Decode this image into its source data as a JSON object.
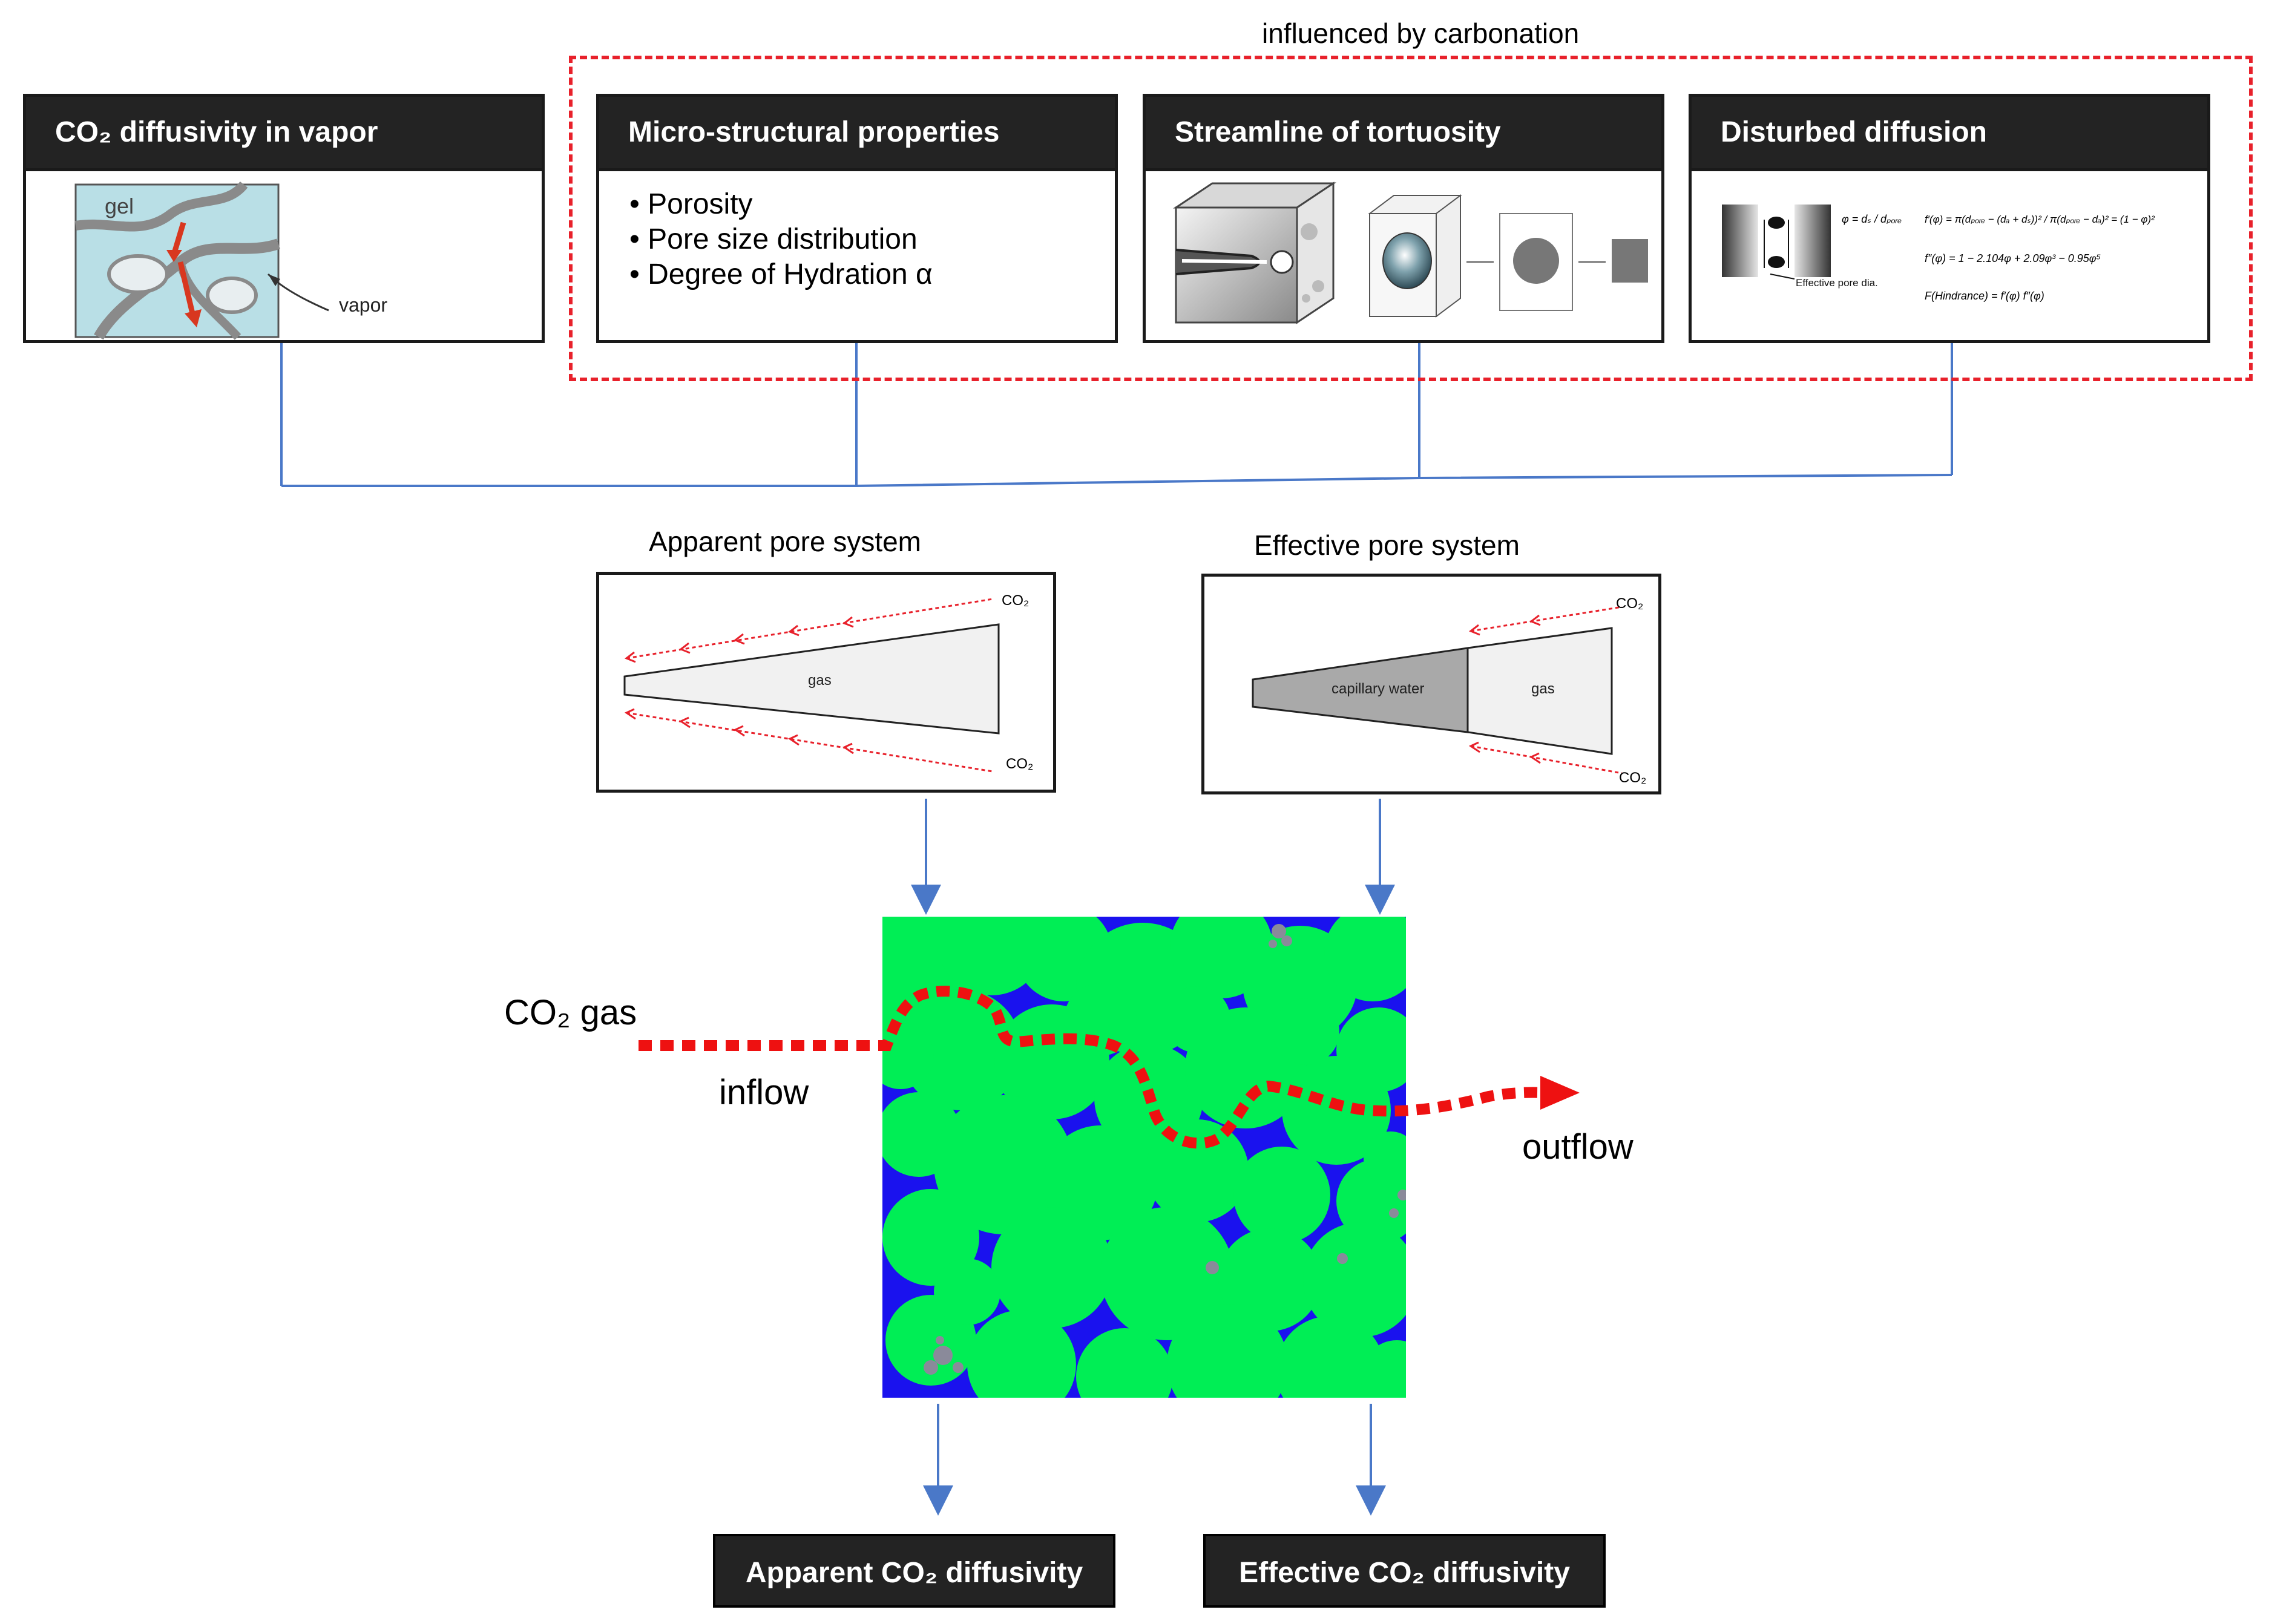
{
  "top_banner": {
    "text": "influenced by carbonation",
    "frame_color": "#e8212b"
  },
  "cards": {
    "vapor": {
      "title": "CO₂ diffusivity in vapor",
      "gel": "gel",
      "vapor": "vapor"
    },
    "micro": {
      "title": "Micro-structural properties",
      "items": [
        "Porosity",
        "Pore size distribution",
        "Degree of Hydration α"
      ]
    },
    "tortuosity": {
      "title": "Streamline of tortuosity"
    },
    "disturbed": {
      "title": "Disturbed diffusion",
      "effective_pore_dia": "Effective pore dia.",
      "eq1": "φ = dₛ / dₚₒᵣₑ",
      "eq2": "f′(φ) = π(dₚₒᵣₑ − (dₐ + dₛ))² / π(dₚₒᵣₑ − dₐ)² = (1 − φ)²",
      "eq3": "f″(φ) = 1 − 2.104φ + 2.09φ³ − 0.95φ⁵",
      "eq4": "F(Hindrance) = f′(φ) f″(φ)"
    }
  },
  "pore_systems": {
    "apparent": {
      "title": "Apparent pore system",
      "gas": "gas",
      "co2_top": "CO₂",
      "co2_bottom": "CO₂"
    },
    "effective": {
      "title": "Effective pore system",
      "water": "capillary water",
      "gas": "gas",
      "co2_top": "CO₂",
      "co2_bottom": "CO₂"
    }
  },
  "flow": {
    "co2_gas": "CO₂ gas",
    "inflow": "inflow",
    "outflow": "outflow"
  },
  "results": {
    "apparent": "Apparent CO₂ diffusivity",
    "effective": "Effective CO₂ diffusivity"
  },
  "colors": {
    "paste": "#00ee55",
    "pore": "#1a12ee",
    "aggregate": "#8a8a9a",
    "connector": "#4a78c8",
    "flow_path": "#ee1111",
    "header": "#232323"
  }
}
